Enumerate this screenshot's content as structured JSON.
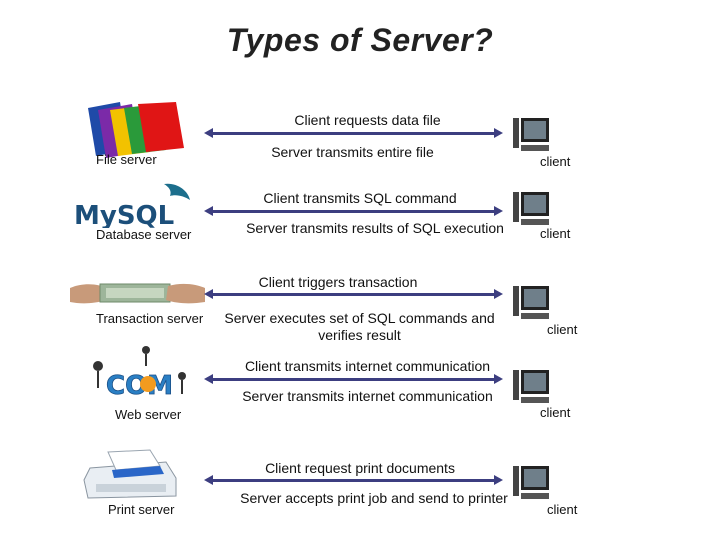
{
  "title": "Types of Server?",
  "rows": [
    {
      "server_label": "File server",
      "icon": "folders-icon",
      "request": "Client requests data file",
      "response": "Server transmits entire file",
      "client_label": "client"
    },
    {
      "server_label": "Database server",
      "icon": "mysql-logo-icon",
      "request": "Client transmits SQL command",
      "response": "Server transmits results of SQL execution",
      "client_label": "client"
    },
    {
      "server_label": "Transaction server",
      "icon": "money-handshake-icon",
      "request": "Client triggers transaction",
      "response": "Server executes set of SQL commands and verifies result",
      "client_label": "client"
    },
    {
      "server_label": "Web server",
      "icon": "com-people-icon",
      "request": "Client transmits internet communication",
      "response": "Server transmits internet communication",
      "client_label": "client"
    },
    {
      "server_label": "Print server",
      "icon": "printer-icon",
      "request": "Client request print documents",
      "response": "Server accepts print job and send to printer",
      "client_label": "client"
    }
  ],
  "colors": {
    "arrow": "#3c3e80",
    "title": "#222222"
  },
  "logo_text": {
    "mysql": "MySQL",
    "com": "COM"
  }
}
